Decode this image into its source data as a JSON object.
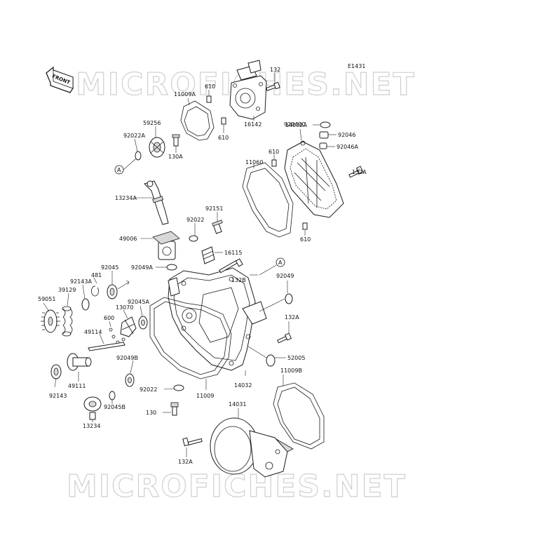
{
  "diagram": {
    "code": "E1431",
    "front_label": "FRONT",
    "watermark": "MICROFICHES.NET",
    "callouts": [
      {
        "id": "c132-top",
        "text": "132"
      },
      {
        "id": "c11009A",
        "text": "11009A"
      },
      {
        "id": "c610-a",
        "text": "610"
      },
      {
        "id": "c610-b",
        "text": "610"
      },
      {
        "id": "c16142",
        "text": "16142"
      },
      {
        "id": "c59256",
        "text": "59256"
      },
      {
        "id": "c92022A",
        "text": "92022A"
      },
      {
        "id": "c130A",
        "text": "130A"
      },
      {
        "id": "c92049C",
        "text": "92049C"
      },
      {
        "id": "c14032A",
        "text": "14032A"
      },
      {
        "id": "c92046",
        "text": "92046"
      },
      {
        "id": "c92046A",
        "text": "92046A"
      },
      {
        "id": "c610-c",
        "text": "610"
      },
      {
        "id": "c11060",
        "text": "11060"
      },
      {
        "id": "c132A-a",
        "text": "132A"
      },
      {
        "id": "c13234A",
        "text": "13234A"
      },
      {
        "id": "c92151",
        "text": "92151"
      },
      {
        "id": "c92022",
        "text": "92022"
      },
      {
        "id": "c610-d",
        "text": "610"
      },
      {
        "id": "c49006",
        "text": "49006"
      },
      {
        "id": "c16115",
        "text": "16115"
      },
      {
        "id": "c92049A",
        "text": "92049A"
      },
      {
        "id": "c92045",
        "text": "92045"
      },
      {
        "id": "c481",
        "text": "481"
      },
      {
        "id": "c92143A",
        "text": "92143A"
      },
      {
        "id": "c39129",
        "text": "39129"
      },
      {
        "id": "c59051",
        "text": "59051"
      },
      {
        "id": "c132B",
        "text": "132B"
      },
      {
        "id": "c92049",
        "text": "92049"
      },
      {
        "id": "c13070",
        "text": "13070"
      },
      {
        "id": "c92045A",
        "text": "92045A"
      },
      {
        "id": "c600",
        "text": "600"
      },
      {
        "id": "c49114",
        "text": "49114"
      },
      {
        "id": "c132A-b",
        "text": "132A"
      },
      {
        "id": "c52005",
        "text": "52005"
      },
      {
        "id": "c92049B",
        "text": "92049B"
      },
      {
        "id": "c11009B",
        "text": "11009B"
      },
      {
        "id": "c49111",
        "text": "49111"
      },
      {
        "id": "c92143",
        "text": "92143"
      },
      {
        "id": "c92022-b",
        "text": "92022"
      },
      {
        "id": "c11009",
        "text": "11009"
      },
      {
        "id": "c14032",
        "text": "14032"
      },
      {
        "id": "c92045B",
        "text": "92045B"
      },
      {
        "id": "c13234",
        "text": "13234"
      },
      {
        "id": "c130",
        "text": "130"
      },
      {
        "id": "c14031",
        "text": "14031"
      },
      {
        "id": "c132A-c",
        "text": "132A"
      }
    ],
    "ref_marks": [
      {
        "id": "ref-a-left",
        "text": "A"
      },
      {
        "id": "ref-a-right",
        "text": "A"
      }
    ]
  }
}
